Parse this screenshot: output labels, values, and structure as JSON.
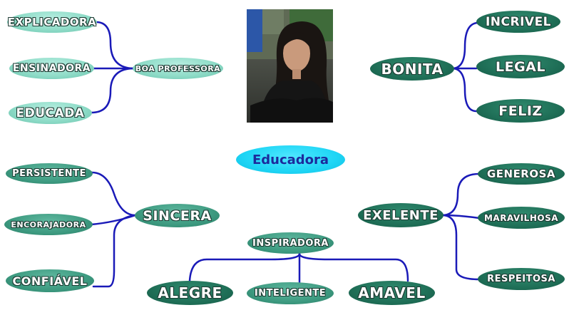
{
  "center": {
    "label": "Educadora"
  },
  "photo": {
    "alt": "Foto da educadora"
  },
  "branches": {
    "boa_professora": {
      "label": "BOA PROFESSORA",
      "children": [
        "EXPLICADORA",
        "ENSINADORA",
        "EDUCADA"
      ]
    },
    "bonita": {
      "label": "BONITA",
      "children": [
        "INCRIVEL",
        "LEGAL",
        "FELIZ"
      ]
    },
    "sincera": {
      "label": "SINCERA",
      "children": [
        "PERSISTENTE",
        "ENCORAJADORA",
        "CONFIÁVEL"
      ]
    },
    "exelente": {
      "label": "EXELENTE",
      "children": [
        "GENEROSA",
        "MARAVILHOSA",
        "RESPEITOSA"
      ]
    },
    "inspiradora": {
      "label": "INSPIRADORA",
      "children": [
        "ALEGRE",
        "INTELIGENTE",
        "AMAVEL"
      ]
    }
  },
  "colors": {
    "connector": "#1a1ab8",
    "node_light": "#8fdcc8",
    "node_dark": "#1f6f57",
    "center_fill": "#1ed5f5",
    "center_text": "#1c2a9c"
  }
}
